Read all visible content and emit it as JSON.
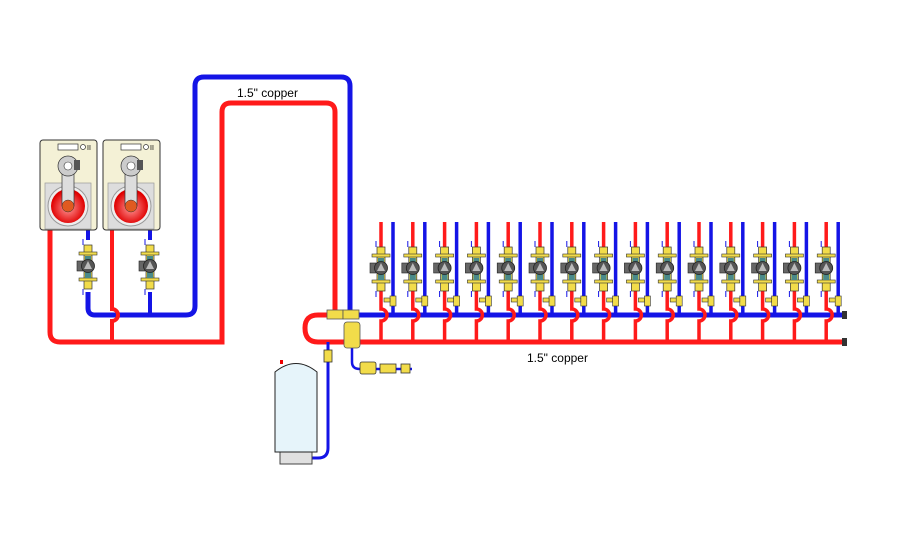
{
  "labels": {
    "top_pipe": "1.5\" copper",
    "header_pipe": "1.5\" copper"
  },
  "colors": {
    "supply": "#ff1a1a",
    "return": "#1414e6",
    "brass": "#f2dc4a",
    "boiler_body": "#f4f1d6",
    "tank": "#e6f4fa"
  },
  "boilers": [
    {
      "id": "boiler-1",
      "label": "II"
    },
    {
      "id": "boiler-2",
      "label": "II"
    }
  ],
  "zones": {
    "count": 15
  }
}
